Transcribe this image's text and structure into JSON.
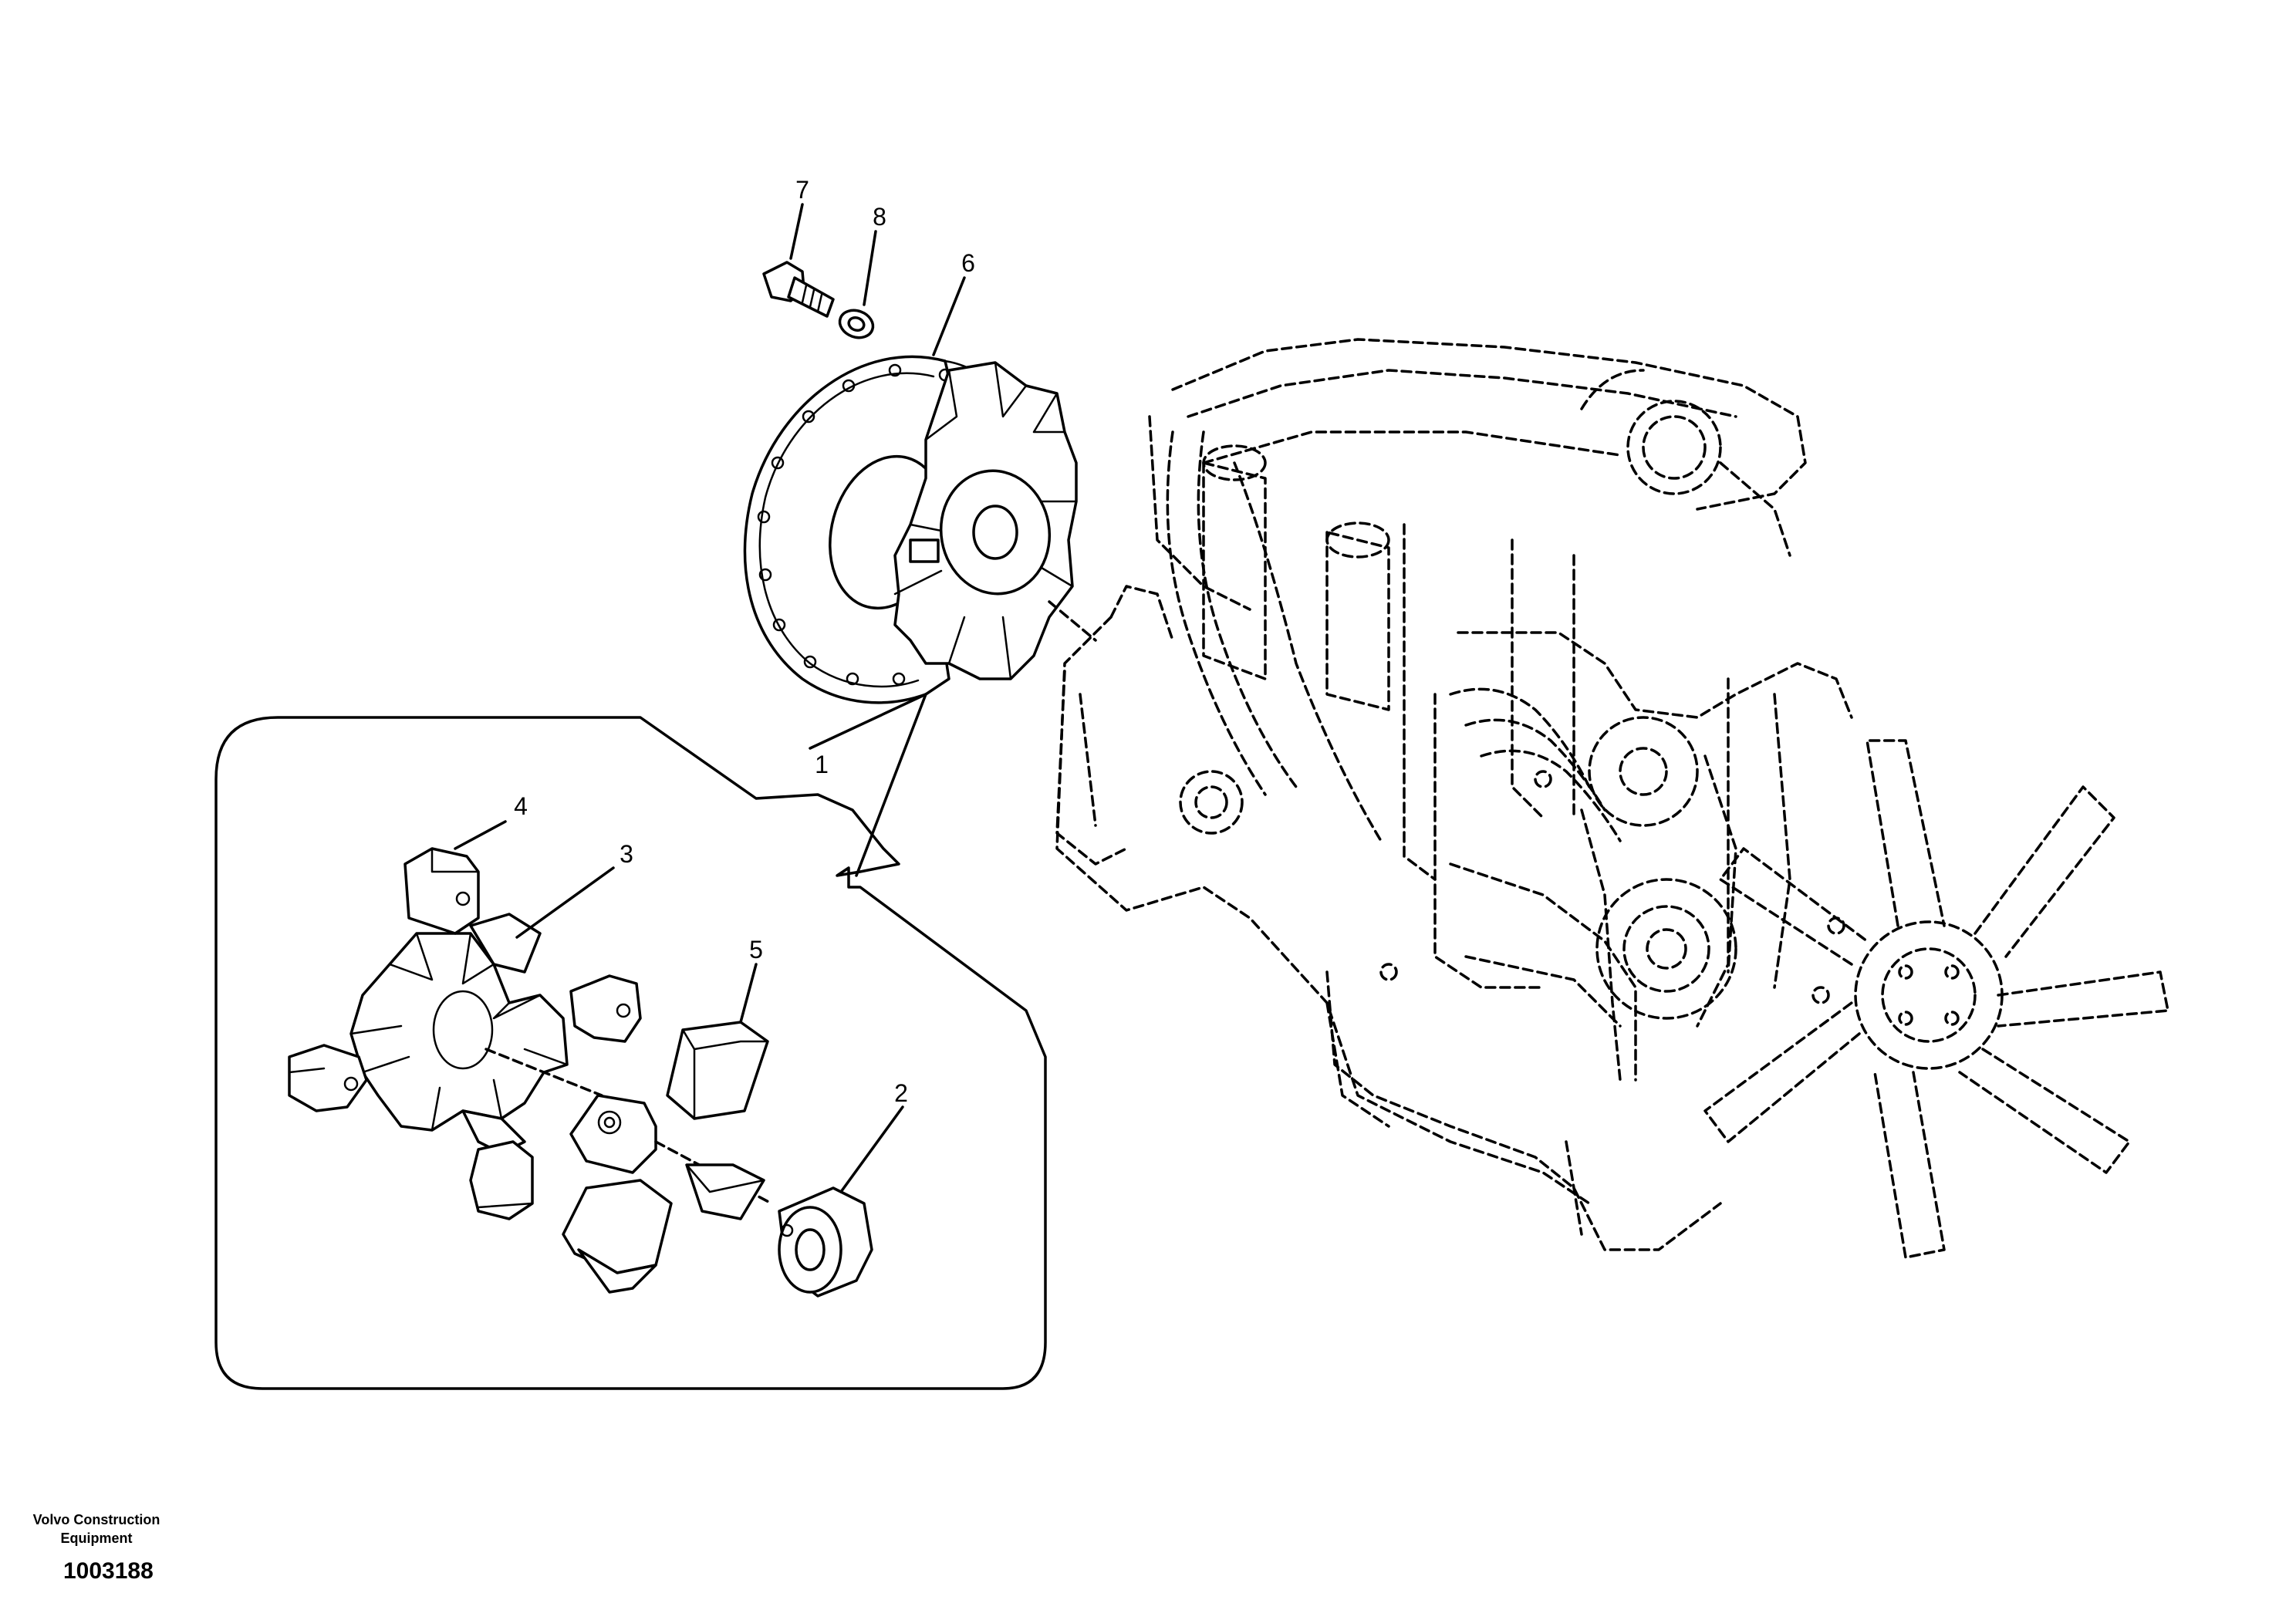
{
  "diagram": {
    "callouts": [
      {
        "key": "c1",
        "label": "1"
      },
      {
        "key": "c2",
        "label": "2"
      },
      {
        "key": "c3",
        "label": "3"
      },
      {
        "key": "c4",
        "label": "4"
      },
      {
        "key": "c5",
        "label": "5"
      },
      {
        "key": "c6",
        "label": "6"
      },
      {
        "key": "c7",
        "label": "7"
      },
      {
        "key": "c8",
        "label": "8"
      }
    ]
  },
  "footer": {
    "brand_line1": "Volvo Construction",
    "brand_line2": "Equipment",
    "document_number": "1003188"
  }
}
